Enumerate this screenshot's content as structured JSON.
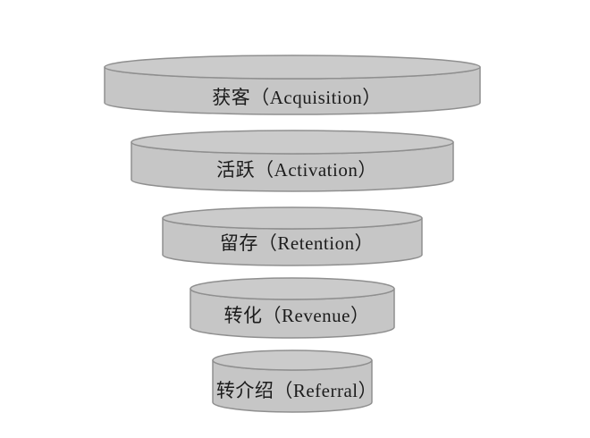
{
  "diagram": {
    "type": "funnel",
    "background": "#ffffff",
    "stages": [
      {
        "id": "acquisition",
        "label": "获客（Acquisition）"
      },
      {
        "id": "activation",
        "label": "活跃（Activation）"
      },
      {
        "id": "retention",
        "label": "留存（Retention）"
      },
      {
        "id": "revenue",
        "label": "转化（Revenue）"
      },
      {
        "id": "referral",
        "label": "转介绍（Referral）"
      }
    ],
    "colors": {
      "cylinder_body_fill": "#c6c6c6",
      "cylinder_top_fill": "#cbcbcb",
      "cylinder_stroke": "#8f8f8f",
      "label_text": "#1c1c1c",
      "background": "#ffffff"
    }
  }
}
